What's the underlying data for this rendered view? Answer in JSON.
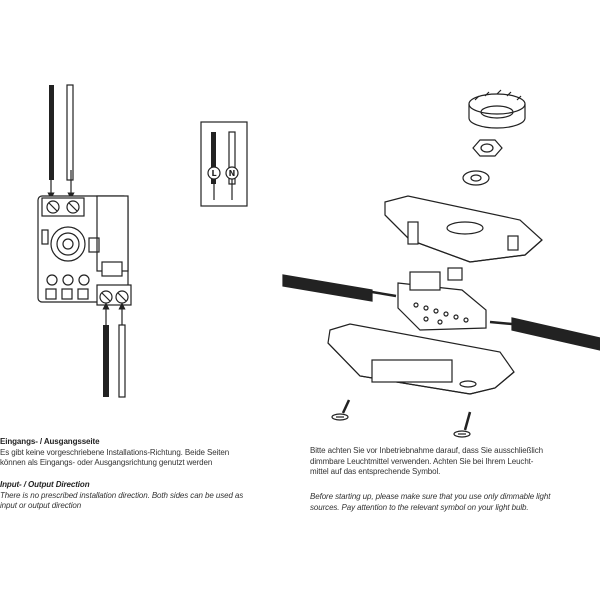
{
  "terminals": {
    "l_label": "L",
    "n_label": "N"
  },
  "left_text": {
    "de_heading": "Eingangs- / Ausgangsseite",
    "de_line1": "Es gibt keine vorgeschriebene Installations-Richtung. Beide Seiten",
    "de_line2": "können als Eingangs- oder Ausgangsrichtung genutzt werden",
    "en_heading": "Input- / Output Direction",
    "en_line1": "There is no prescribed installation direction. Both sides can be used as",
    "en_line2": "input or output direction"
  },
  "right_text": {
    "de_line1": "Bitte achten Sie vor Inbetriebnahme darauf, dass Sie ausschließlich",
    "de_line2": "dimmbare Leuchtmittel verwenden. Achten Sie bei Ihrem Leucht-",
    "de_line3": "mittel auf das entsprechende Symbol.",
    "en_line1": "Before starting up, please make sure that you use only dimmable light",
    "en_line2": "sources. Pay attention to the relevant symbol on your light bulb."
  }
}
